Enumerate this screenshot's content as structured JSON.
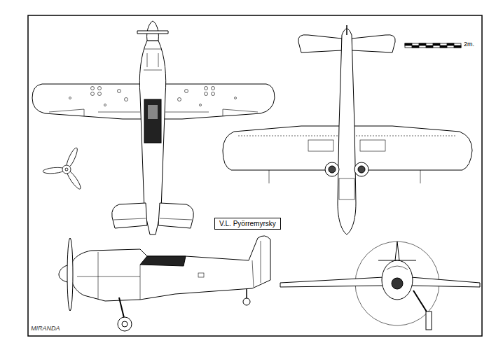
{
  "diagram": {
    "nodes": [
      {
        "text": [
          "V.L. Pyörremyrsky"
        ]
      }
    ],
    "labels": [
      "2m.",
      "MIRANDA"
    ]
  }
}
